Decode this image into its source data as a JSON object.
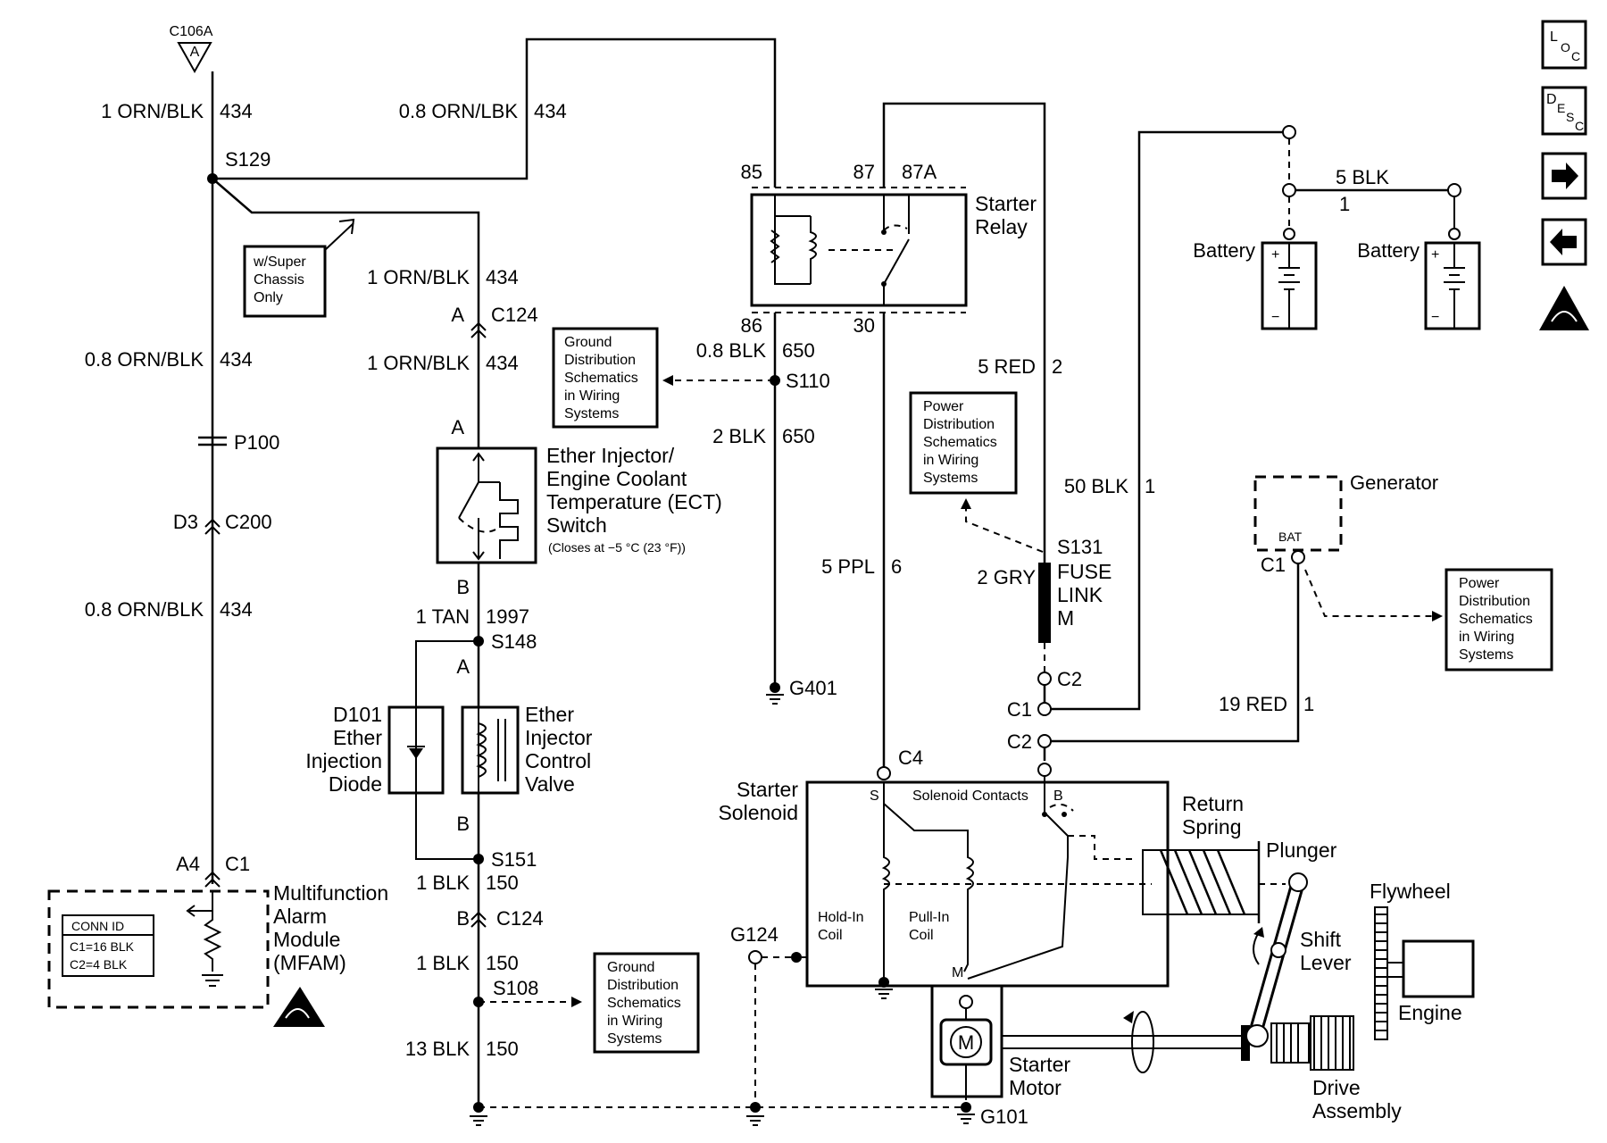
{
  "connectors": {
    "c106a": "C106A",
    "c106a_pin": "A",
    "c124": "C124",
    "c124_pin_a": "A",
    "c124_pin_b": "B",
    "c200": "C200",
    "c200_pin": "D3",
    "c1": "C1",
    "c1_pin": "A4",
    "c2": "C2",
    "c4": "C4",
    "ect_pin_a": "A",
    "ect_pin_b": "B",
    "valve_pin_a": "A",
    "valve_pin_b": "B",
    "gen_c1": "C1",
    "bat": "BAT",
    "s_pin": "S",
    "b_pin": "B",
    "m_pin": "M"
  },
  "splices": {
    "s129": "S129",
    "s110": "S110",
    "s148": "S148",
    "s151": "S151",
    "s108": "S108",
    "s131": "S131",
    "p100": "P100"
  },
  "grounds": {
    "g401": "G401",
    "g124": "G124",
    "g101": "G101"
  },
  "wires": {
    "w1": {
      "label": "1 ORN/BLK",
      "circuit": "434"
    },
    "w2": {
      "label": "0.8 ORN/LBK",
      "circuit": "434"
    },
    "w3": {
      "label": "1 ORN/BLK",
      "circuit": "434"
    },
    "w4": {
      "label": "1 ORN/BLK",
      "circuit": "434"
    },
    "w5": {
      "label": "0.8 ORN/BLK",
      "circuit": "434"
    },
    "w6": {
      "label": "0.8 ORN/BLK",
      "circuit": "434"
    },
    "w7": {
      "label": "1 TAN",
      "circuit": "1997"
    },
    "w8": {
      "label": "1 BLK",
      "circuit": "150"
    },
    "w9": {
      "label": "1 BLK",
      "circuit": "150"
    },
    "w10": {
      "label": "13 BLK",
      "circuit": "150"
    },
    "w11": {
      "label": "0.8 BLK",
      "circuit": "650"
    },
    "w12": {
      "label": "2 BLK",
      "circuit": "650"
    },
    "w13": {
      "label": "5 PPL",
      "circuit": "6"
    },
    "w14": {
      "label": "5 RED",
      "circuit": "2"
    },
    "w15": {
      "label": "50 BLK",
      "circuit": "1"
    },
    "w16": {
      "label": "2 GRY"
    },
    "w17": {
      "label": "19 RED",
      "circuit": "1"
    },
    "w18": {
      "label": "5 BLK",
      "circuit": "1"
    }
  },
  "relay": {
    "title1": "Starter",
    "title2": "Relay",
    "p85": "85",
    "p87": "87",
    "p87a": "87A",
    "p86": "86",
    "p30": "30"
  },
  "ect": {
    "line1": "Ether Injector/",
    "line2": "Engine Coolant",
    "line3": "Temperature (ECT)",
    "line4": "Switch",
    "note": "(Closes at −5 °C (23 °F))"
  },
  "diode": {
    "line1": "D101",
    "line2": "Ether",
    "line3": "Injection",
    "line4": "Diode"
  },
  "valve": {
    "line1": "Ether",
    "line2": "Injector",
    "line3": "Control",
    "line4": "Valve"
  },
  "mfam": {
    "line1": "Multifunction",
    "line2": "Alarm",
    "line3": "Module",
    "line4": "(MFAM)",
    "conn_title": "CONN ID",
    "conn_c1": "C1=16 BLK",
    "conn_c2": "C2=4 BLK"
  },
  "note_super": {
    "line1": "w/Super",
    "line2": "Chassis",
    "line3": "Only"
  },
  "ref_ground": {
    "line1": "Ground",
    "line2": "Distribution",
    "line3": "Schematics",
    "line4": "in Wiring",
    "line5": "Systems"
  },
  "ref_power": {
    "line1": "Power",
    "line2": "Distribution",
    "line3": "Schematics",
    "line4": "in Wiring",
    "line5": "Systems"
  },
  "fuse": {
    "line1": "FUSE",
    "line2": "LINK",
    "line3": "M"
  },
  "battery": {
    "label1": "Battery",
    "label2": "Battery",
    "plus": "+",
    "minus": "−"
  },
  "generator": {
    "label": "Generator"
  },
  "solenoid": {
    "title1": "Starter",
    "title2": "Solenoid",
    "contacts": "Solenoid Contacts",
    "hold1": "Hold-In",
    "hold2": "Coil",
    "pull1": "Pull-In",
    "pull2": "Coil"
  },
  "mechanics": {
    "return1": "Return",
    "return2": "Spring",
    "plunger": "Plunger",
    "shift1": "Shift",
    "shift2": "Lever",
    "flywheel": "Flywheel",
    "engine": "Engine",
    "drive1": "Drive",
    "drive2": "Assembly",
    "motor1": "Starter",
    "motor2": "Motor",
    "m": "M"
  },
  "nav": {
    "loc": [
      "L",
      "O",
      "C"
    ],
    "desc": [
      "D",
      "E",
      "S",
      "C"
    ],
    "next_icon": "right-arrow-icon",
    "prev_icon": "left-arrow-icon",
    "esd_icon": "esd-warning-icon"
  }
}
